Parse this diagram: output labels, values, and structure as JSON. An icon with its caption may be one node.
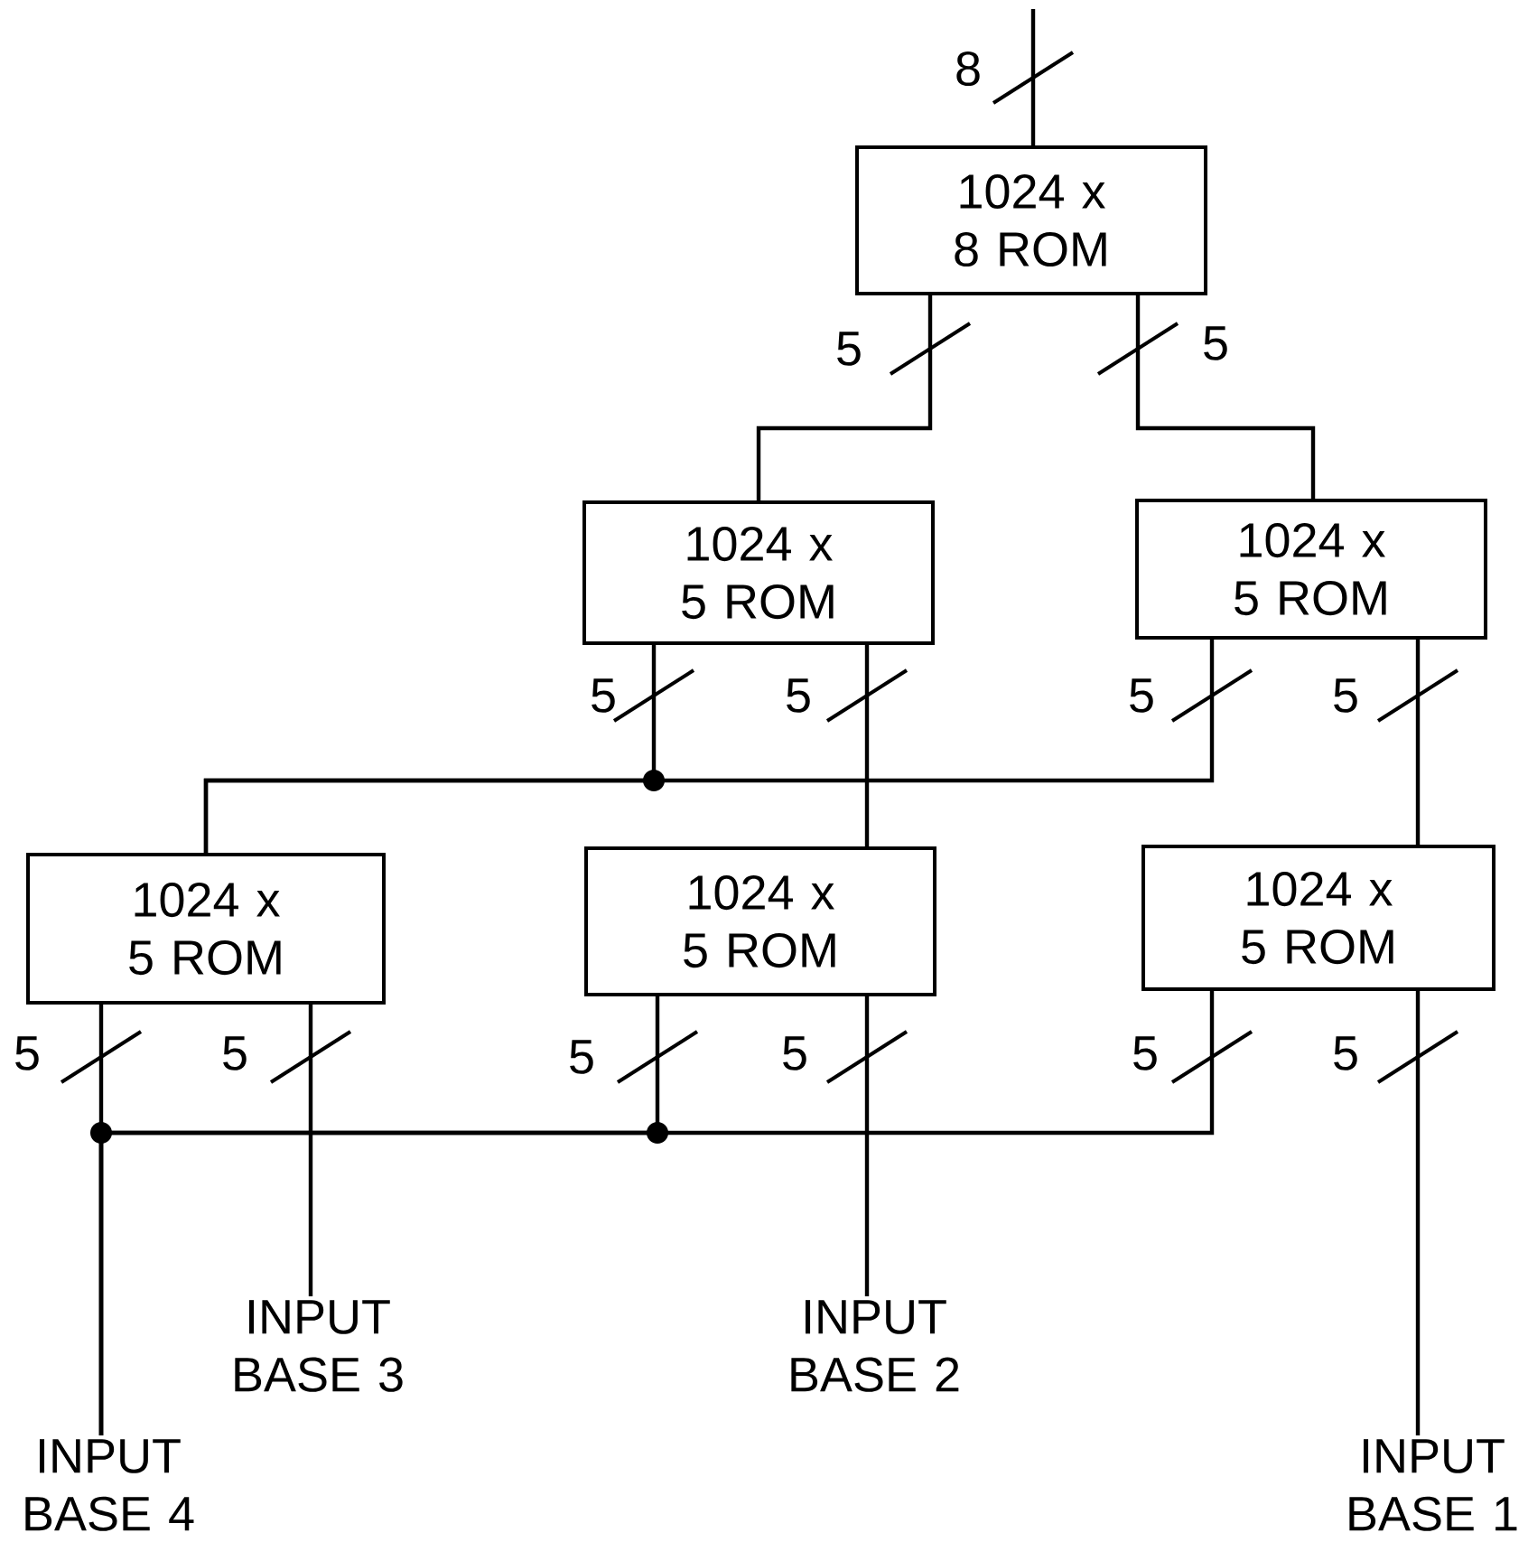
{
  "diagram": {
    "nodes": [
      {
        "text": [
          "1024 x 8 ROM"
        ]
      },
      {
        "text": [
          "1024 x 5 ROM"
        ]
      },
      {
        "text": [
          "1024 x 5 ROM"
        ]
      },
      {
        "text": [
          "1024 x 5 ROM"
        ]
      },
      {
        "text": [
          "1024 x 5 ROM"
        ]
      },
      {
        "text": [
          "1024 x 5 ROM"
        ]
      },
      {
        "text": [
          "INPUT BASE 4"
        ]
      },
      {
        "text": [
          "INPUT BASE 3"
        ]
      },
      {
        "text": [
          "INPUT BASE 2"
        ]
      },
      {
        "text": [
          "INPUT BASE 1"
        ]
      }
    ],
    "edges": [
      {
        "from": 0,
        "to": null,
        "arrow": "none",
        "label": "8"
      },
      {
        "from": 1,
        "to": 0,
        "arrow": "none",
        "label": "5"
      },
      {
        "from": 2,
        "to": 0,
        "arrow": "none",
        "label": "5"
      },
      {
        "from": 3,
        "to": 1,
        "arrow": "none",
        "label": "5"
      },
      {
        "from": 3,
        "to": 2,
        "arrow": "none",
        "label": "5"
      },
      {
        "from": 4,
        "to": 1,
        "arrow": "none",
        "label": "5"
      },
      {
        "from": 5,
        "to": 2,
        "arrow": "none",
        "label": "5"
      },
      {
        "from": 6,
        "to": 3,
        "arrow": "none",
        "label": "5"
      },
      {
        "from": 7,
        "to": 3,
        "arrow": "none",
        "label": "5"
      },
      {
        "from": 6,
        "to": 4,
        "arrow": "none",
        "label": "5"
      },
      {
        "from": 8,
        "to": 4,
        "arrow": "none",
        "label": "5"
      },
      {
        "from": 6,
        "to": 5,
        "arrow": "none",
        "label": "5"
      },
      {
        "from": 9,
        "to": 5,
        "arrow": "none",
        "label": "5"
      }
    ]
  }
}
